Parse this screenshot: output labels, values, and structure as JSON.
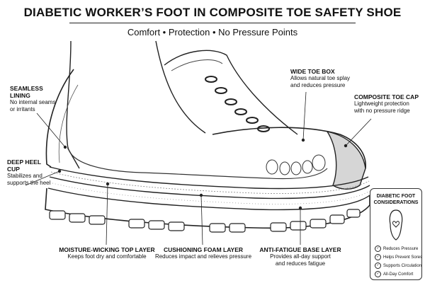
{
  "header": {
    "title": "DIABETIC WORKER’S FOOT IN COMPOSITE TOE SAFETY SHOE",
    "subtitle": "Comfort • Protection • No Pressure Points"
  },
  "labels": {
    "seamless": {
      "heading_1": "SEAMLESS",
      "heading_2": "LINING",
      "desc_1": "No internal seams",
      "desc_2": "or irritants"
    },
    "heel_cup": {
      "heading_1": "DEEP HEEL",
      "heading_2": "CUP",
      "desc_1": "Stabilizes and",
      "desc_2": "supports the heel"
    },
    "wide_toe": {
      "heading": "WIDE TOE BOX",
      "desc_1": "Allows natural toe splay",
      "desc_2": "and reduces pressure"
    },
    "toe_cap": {
      "heading": "COMPOSITE TOE CAP",
      "desc_1": "Lightweight protection",
      "desc_2": "with no pressure ridge"
    },
    "top_layer": {
      "heading": "MOISTURE-WICKING TOP LAYER",
      "desc": "Keeps foot dry and comfortable"
    },
    "foam_layer": {
      "heading": "CUSHIONING FOAM LAYER",
      "desc": "Reduces impact and relieves pressure"
    },
    "base_layer": {
      "heading": "ANTI-FATIGUE BASE LAYER",
      "desc_1": "Provides all-day support",
      "desc_2": "and reduces fatigue"
    }
  },
  "considerations": {
    "title_1": "DIABETIC FOOT",
    "title_2": "CONSIDERATIONS",
    "items": [
      "Reduces Pressure",
      "Helps Prevent Sores",
      "Supports Circulation",
      "All-Day Comfort"
    ],
    "check_glyph": "✓"
  }
}
